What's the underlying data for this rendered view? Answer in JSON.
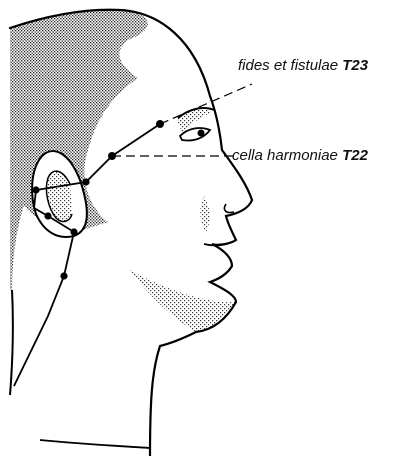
{
  "labels": [
    {
      "name": "fides et fistulae",
      "code": "T23"
    },
    {
      "name": "cella harmoniae",
      "code": "T22"
    }
  ]
}
